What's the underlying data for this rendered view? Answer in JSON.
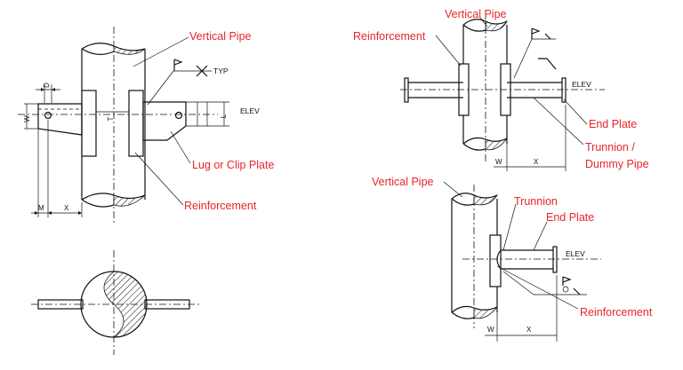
{
  "callouts": {
    "vertical_pipe_1": "Vertical Pipe",
    "lug_or_clip_plate": "Lug or Clip Plate",
    "reinforcement_1": "Reinforcement",
    "vertical_pipe_2": "Vertical Pipe",
    "reinforcement_2": "Reinforcement",
    "end_plate_1": "End Plate",
    "trunnion_dummy_pipe_line1": "Trunnion /",
    "trunnion_dummy_pipe_line2": "Dummy Pipe",
    "vertical_pipe_3": "Vertical Pipe",
    "trunnion": "Trunnion",
    "end_plate_2": "End Plate",
    "reinforcement_3": "Reinforcement"
  },
  "annotations": {
    "typ": "TYP",
    "elev": "ELEV"
  },
  "dimensions": {
    "d": "D",
    "w": "W",
    "t": "T",
    "l": "L",
    "m": "M",
    "x": "X"
  },
  "colors": {
    "callout_text": "#e8242a",
    "line": "#111111"
  }
}
